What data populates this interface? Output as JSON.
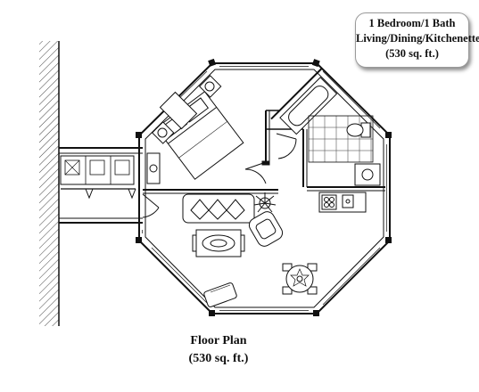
{
  "info_box": {
    "line1": "1 Bedroom/1 Bath",
    "line2": "Living/Dining/Kitchenette",
    "line3": "(530 sq. ft.)"
  },
  "caption": {
    "title": "Floor Plan",
    "area": "(530 sq. ft.)"
  },
  "colors": {
    "line": "#111111",
    "window_fill": "#ffffff",
    "hatch": "#555555",
    "shadow": "#7a7a7a"
  }
}
